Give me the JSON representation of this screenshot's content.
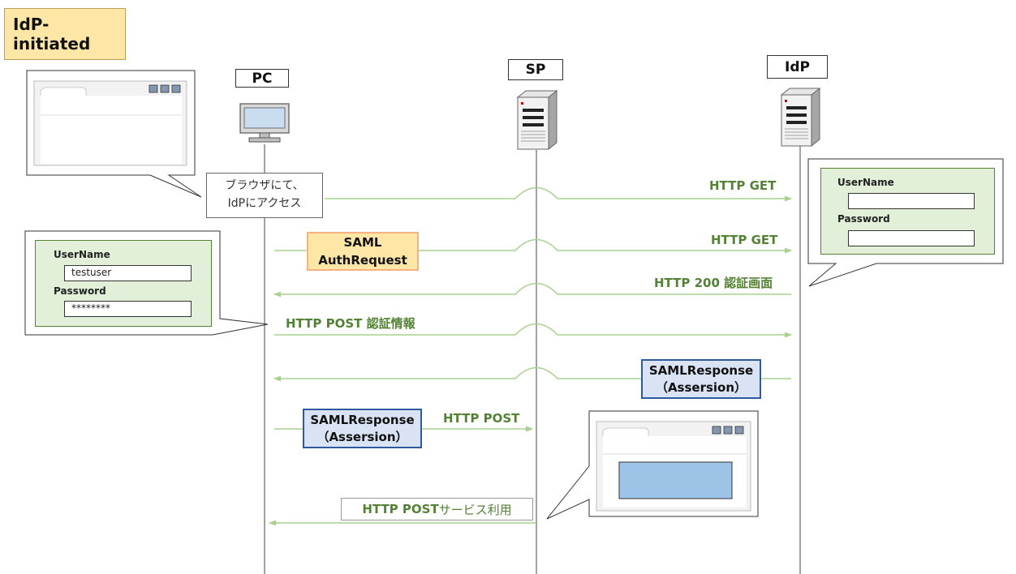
{
  "title": "IdP-initiated",
  "actors": {
    "pc": "PC",
    "sp": "SP",
    "idp": "IdP"
  },
  "callout_browser": {
    "line1": "ブラウザにて、",
    "line2": "IdPにアクセス"
  },
  "messages": {
    "m1": "HTTP GET",
    "m2": "HTTP GET",
    "m3": "HTTP 200 認証画面",
    "m4": "HTTP POST 認証情報",
    "m6": "HTTP POST"
  },
  "saml_request": {
    "line1": "SAML",
    "line2": "AuthRequest"
  },
  "saml_response_idp": {
    "line1": "SAMLResponse",
    "line2": "（Assersion）"
  },
  "saml_response_pc": {
    "line1": "SAMLResponse",
    "line2": "（Assersion）"
  },
  "service_message": {
    "bold": "HTTP POST",
    "rest": "サービス利用"
  },
  "idp_login_form": {
    "username_label": "UserName",
    "password_label": "Password",
    "username_value": "",
    "password_value": ""
  },
  "pc_login_form": {
    "username_label": "UserName",
    "password_label": "Password",
    "username_value": "testuser",
    "password_value": "********"
  },
  "colors": {
    "message_green": "#548235",
    "arrow_green": "#a9d18e",
    "title_fill": "#fde6a6",
    "saml_response_border": "#2e5aa0",
    "saml_request_border": "#f4b183"
  }
}
